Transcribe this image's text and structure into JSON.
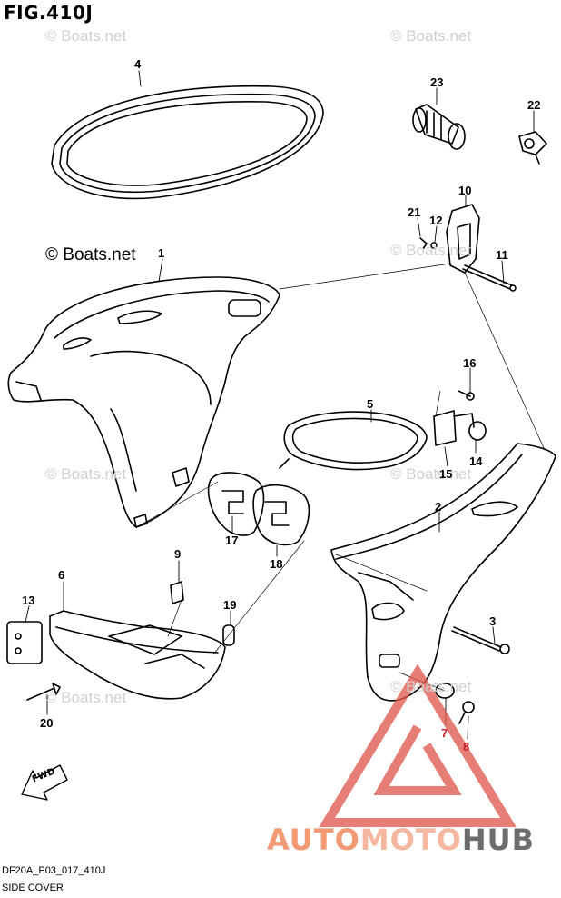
{
  "figure": {
    "title": "FIG.410J",
    "code": "DF20A_P03_017_410J",
    "name": "SIDE COVER"
  },
  "watermarks": {
    "main": "© Boats.net",
    "faint": "© Boats.net"
  },
  "brand": {
    "part1": "AUTO",
    "part2": "MOTO",
    "part3": "HUB"
  },
  "fwd_label": "FWD",
  "callouts": [
    "1",
    "2",
    "3",
    "4",
    "5",
    "6",
    "7",
    "8",
    "9",
    "10",
    "11",
    "12",
    "13",
    "14",
    "15",
    "16",
    "17",
    "18",
    "19",
    "20",
    "21",
    "22",
    "23"
  ],
  "colors": {
    "line": "#000000",
    "callout_red": "#c8202a",
    "logo_red": "#e05a50",
    "brand_grey": "#6d6d6d"
  }
}
